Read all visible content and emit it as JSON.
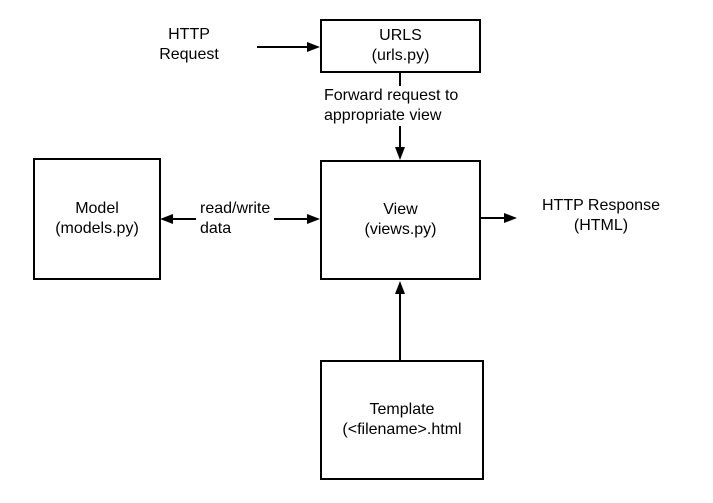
{
  "colors": {
    "background": "#ffffff",
    "line": "#000000",
    "text": "#000000",
    "box_border": "#000000",
    "box_fill": "#ffffff"
  },
  "nodes": {
    "urls": {
      "title": "URLS",
      "subtitle": "(urls.py)"
    },
    "model": {
      "title": "Model",
      "subtitle": "(models.py)"
    },
    "view": {
      "title": "View",
      "subtitle": "(views.py)"
    },
    "template": {
      "title": "Template",
      "subtitle": "(<filename>.html"
    }
  },
  "labels": {
    "http_request": {
      "line1": "HTTP",
      "line2": "Request"
    },
    "forward": {
      "line1": "Forward request to",
      "line2": "appropriate view"
    },
    "read_write": {
      "line1": "read/write",
      "line2": "data"
    },
    "http_response": {
      "line1": "HTTP Response",
      "line2": "(HTML)"
    }
  }
}
